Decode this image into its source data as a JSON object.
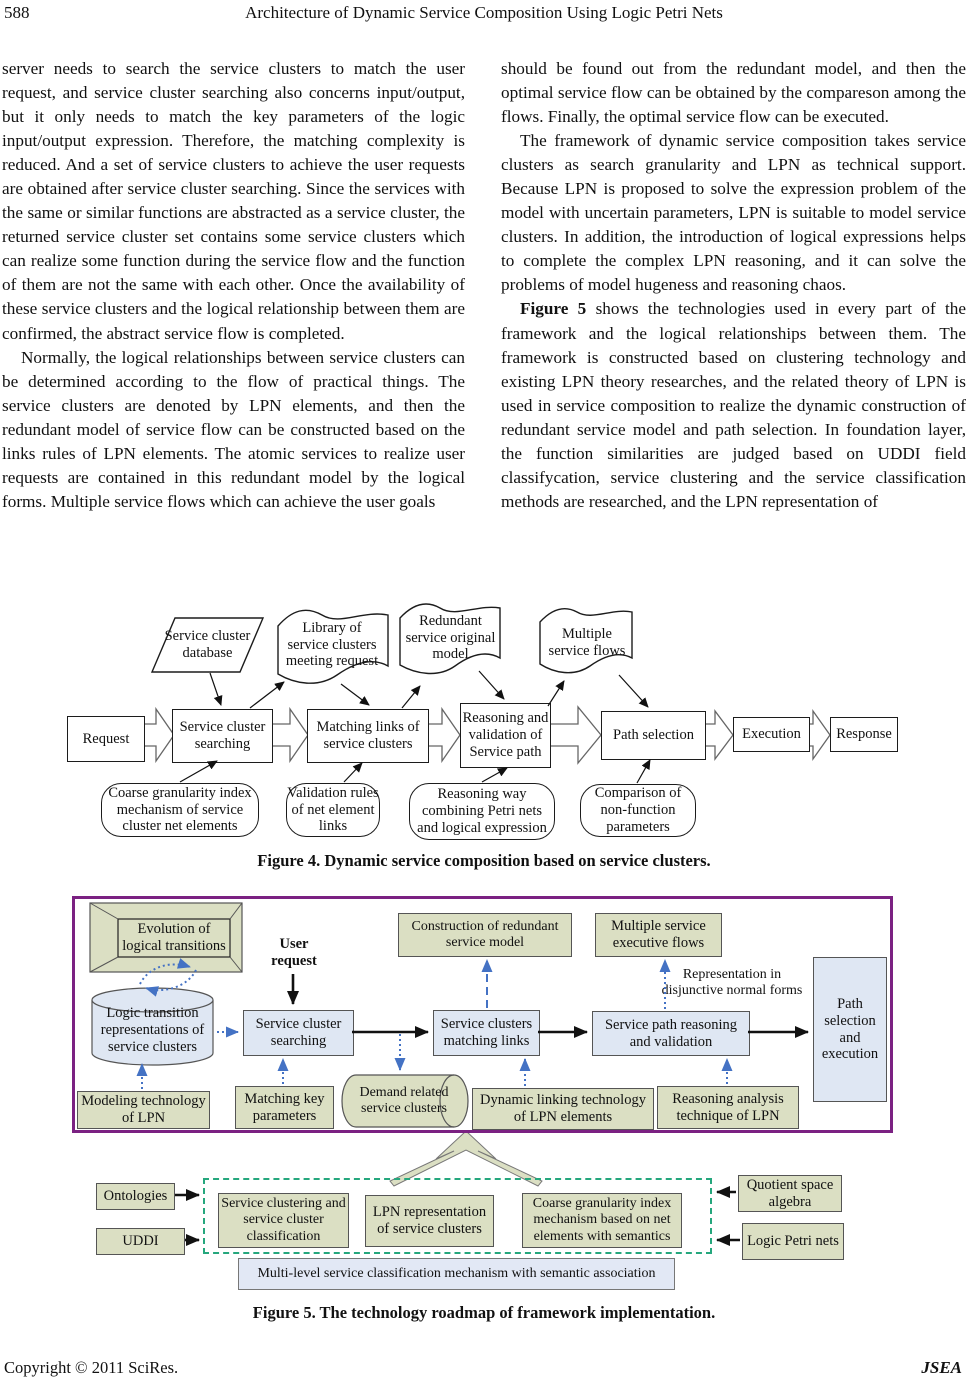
{
  "page": {
    "number": "588",
    "running_title": "Architecture of Dynamic Service Composition Using Logic Petri Nets",
    "footer_left": "Copyright © 2011 SciRes.",
    "footer_right": "JSEA"
  },
  "article": {
    "left_col_para1": "server needs to search the service clusters to match the user request, and service cluster searching also concerns input/output, but it only needs to match the key parameters of the logic input/output expression. Therefore, the matching complexity is reduced. And a set of service clusters to achieve the user requests are obtained after service cluster searching. Since the services with the same or similar functions are abstracted as a service cluster, the returned service cluster set contains some service clusters which can realize some function during the service flow and the function of them are not the same with each other. Once the availability of these service clusters and the logical relationship between them are confirmed, the abstract service flow is completed.",
    "left_col_para2": "Normally, the logical relationships between service clusters can be determined according to the flow of practical things. The service clusters are denoted by LPN elements, and then the redundant model of service flow can be constructed based on the links rules of LPN elements. The atomic services to realize user requests are contained in this redundant model by the logical forms. Multiple service flows which can achieve the user goals",
    "right_col_para1": "should be found out from the redundant model, and then the optimal service flow can be obtained by the compareson among the flows. Finally, the optimal service flow can be executed.",
    "right_col_para2": "The framework of dynamic service composition takes service clusters as search granularity and LPN as technical support. Because LPN is proposed to solve the expression problem of the model with uncertain parameters, LPN is suitable to model service clusters. In addition, the introduction of logical expressions helps to complete the complex LPN reasoning, and it can solve the problems of model hugeness and reasoning chaos.",
    "right_col_para3_lead": "Figure 5",
    "right_col_para3_rest": " shows the technologies used in every part of the framework and the logical relationships between them. The framework is constructed based on clustering technology and existing LPN theory researches, and the related theory of LPN is used in service composition to realize the dynamic construction of redundant service model and path selection. In foundation layer, the function similarities are judged based on UDDI field classifycation, service clustering and the service classification methods are researched, and the LPN representation of"
  },
  "figure4": {
    "caption": "Figure 4. Dynamic service composition based on service clusters.",
    "nodes": {
      "database": "Service cluster database",
      "library": "Library of service clusters meeting request",
      "redundant_model": "Redundant service original model",
      "multiple_flows": "Multiple service flows",
      "request": "Request",
      "searching": "Service cluster searching",
      "matching": "Matching links of service clusters",
      "reasoning": "Reasoning and validation of Service path",
      "path_selection": "Path selection",
      "execution": "Execution",
      "response": "Response",
      "coarse": "Coarse granularity index mechanism of service cluster net elements",
      "validation_rules": "Validation rules of net element links",
      "reasoning_way": "Reasoning way combining Petri nets and logical expression",
      "comparison": "Comparison of non-function parameters"
    }
  },
  "figure5": {
    "caption": "Figure 5. The technology roadmap of framework implementation.",
    "nodes": {
      "evolution": "Evolution of logical transitions",
      "user_request": "User request",
      "construction": "Construction of redundant service model",
      "multiple_exec_flows": "Multiple service executive flows",
      "representation": "Representation in disjunctive normal forms",
      "logic_transition": "Logic transition representations of service clusters",
      "searching": "Service cluster searching",
      "matching": "Service clusters matching links",
      "path_reasoning": "Service path reasoning and validation",
      "path_selection": "Path selection and execution",
      "modeling": "Modeling technology of LPN",
      "matching_key": "Matching key parameters",
      "demand": "Demand related service clusters",
      "dynamic_linking": "Dynamic linking technology of LPN elements",
      "reasoning_analysis": "Reasoning analysis technique of LPN",
      "ontologies": "Ontologies",
      "uddi": "UDDI",
      "clustering": "Service clustering and service cluster classification",
      "lpn_representation": "LPN representation of service clusters",
      "coarse_granularity": "Coarse granularity index mechanism based on net elements with semantics",
      "quotient": "Quotient space algebra",
      "logic_petri": "Logic Petri nets",
      "multilevel": "Multi-level service classification mechanism with semantic association"
    }
  },
  "colors": {
    "khaki_fill": "#dbdfc3",
    "blue_fill": "#dfe7f3",
    "purple_border": "#7b2182",
    "teal_dash": "#25a77d",
    "arrow_blue": "#4472c4"
  }
}
